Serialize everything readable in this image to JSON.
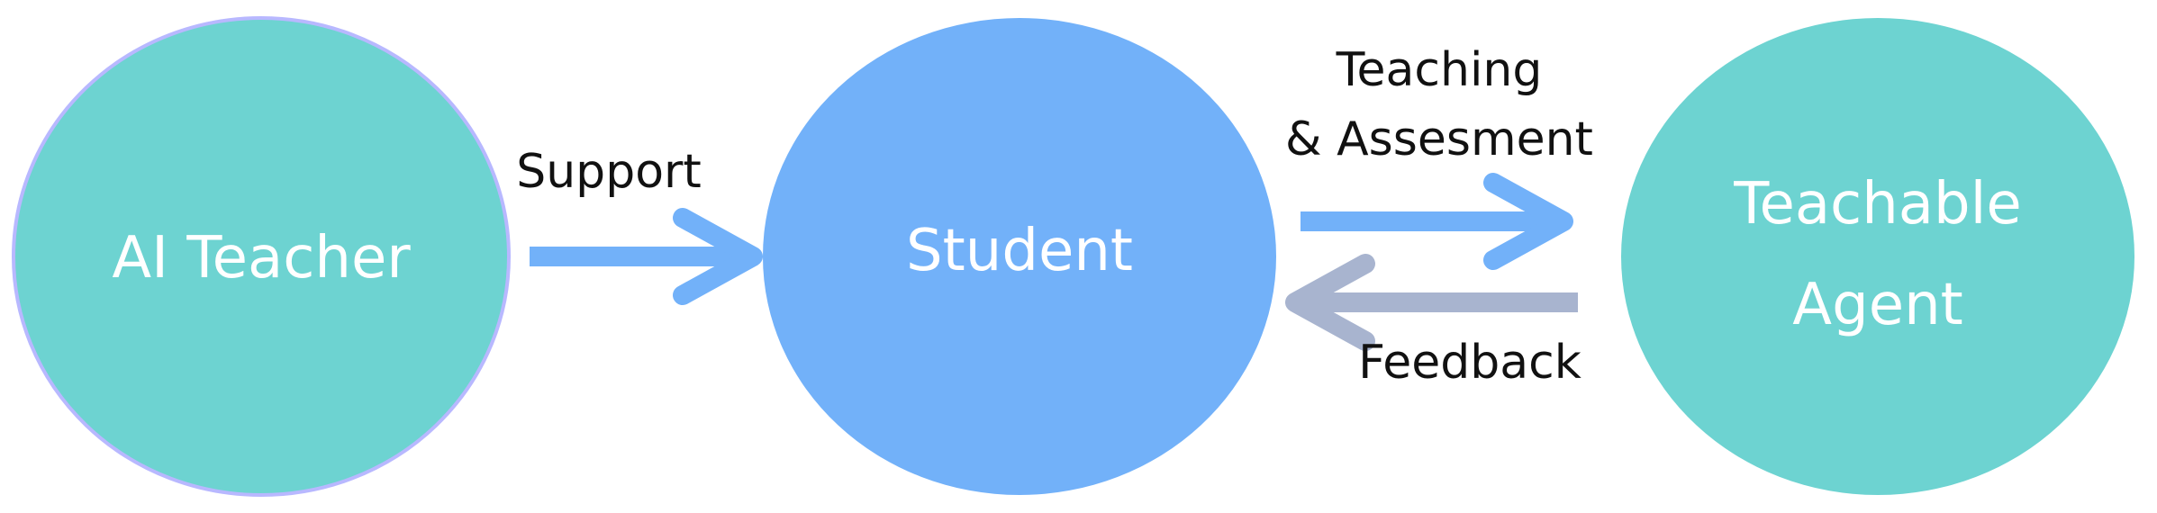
{
  "nodes": {
    "ai_teacher": {
      "label": "AI Teacher",
      "color": "#6dd3d1",
      "border": "#b8b8ff"
    },
    "student": {
      "label": "Student",
      "color": "#72b1f9",
      "border": "#ffffff"
    },
    "teachable_agent": {
      "label_line1": "Teachable",
      "label_line2": "Agent",
      "color": "#6dd3d1",
      "border": "#ffffff"
    }
  },
  "edges": {
    "support": {
      "label": "Support",
      "color": "#72b1f9"
    },
    "teaching": {
      "label_line1": "Teaching",
      "label_line2": "& Assesment",
      "color": "#72b1f9"
    },
    "feedback": {
      "label": "Feedback",
      "color": "#a8b4cf"
    }
  }
}
